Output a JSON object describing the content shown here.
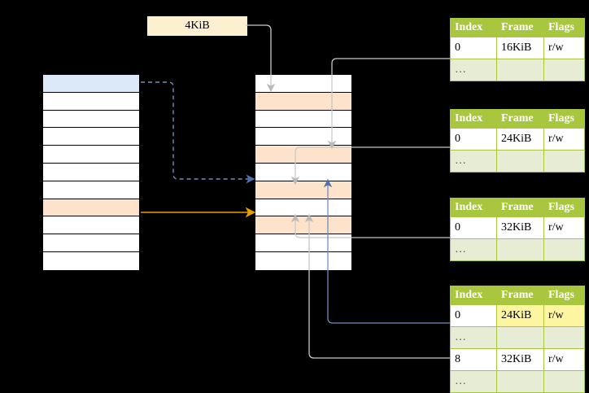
{
  "diagram": {
    "title_label": "4KiB",
    "left_column": {
      "name": "virtual-address-column",
      "rows": [
        {
          "fill": "blue"
        },
        {
          "fill": "none"
        },
        {
          "fill": "none"
        },
        {
          "fill": "none"
        },
        {
          "fill": "none"
        },
        {
          "fill": "none"
        },
        {
          "fill": "none"
        },
        {
          "fill": "peach"
        },
        {
          "fill": "none"
        },
        {
          "fill": "none"
        },
        {
          "fill": "none"
        }
      ]
    },
    "mid_column": {
      "name": "physical-memory-column",
      "rows": [
        {
          "fill": "none"
        },
        {
          "fill": "peach"
        },
        {
          "fill": "none"
        },
        {
          "fill": "none"
        },
        {
          "fill": "peach"
        },
        {
          "fill": "none"
        },
        {
          "fill": "peach"
        },
        {
          "fill": "none"
        },
        {
          "fill": "peach"
        },
        {
          "fill": "none"
        },
        {
          "fill": "none"
        }
      ]
    },
    "colors": {
      "header_green": "#a9c63f",
      "row_alt_green": "#e7edd4",
      "highlight_yellow": "#fdf5a0",
      "peach": "#fde2cc",
      "blue_fill": "#dce9f9",
      "orange_arrow": "#e8a000",
      "blue_arrow": "#4a72b0",
      "gray_arrow": "#b0b0b0",
      "label_box": "#fdf0d0"
    }
  },
  "tables": [
    {
      "id": "ptable-1",
      "headers": [
        "Index",
        "Frame",
        "Flags"
      ],
      "rows": [
        {
          "cells": [
            "0",
            "16KiB",
            "r/w"
          ],
          "alt": false,
          "highlight": []
        },
        {
          "cells": [
            "…",
            "",
            ""
          ],
          "alt": true,
          "highlight": []
        }
      ]
    },
    {
      "id": "ptable-2",
      "headers": [
        "Index",
        "Frame",
        "Flags"
      ],
      "rows": [
        {
          "cells": [
            "0",
            "24KiB",
            "r/w"
          ],
          "alt": false,
          "highlight": []
        },
        {
          "cells": [
            "…",
            "",
            ""
          ],
          "alt": true,
          "highlight": []
        }
      ]
    },
    {
      "id": "ptable-3",
      "headers": [
        "Index",
        "Frame",
        "Flags"
      ],
      "rows": [
        {
          "cells": [
            "0",
            "32KiB",
            "r/w"
          ],
          "alt": false,
          "highlight": []
        },
        {
          "cells": [
            "…",
            "",
            ""
          ],
          "alt": true,
          "highlight": []
        }
      ]
    },
    {
      "id": "ptable-4",
      "headers": [
        "Index",
        "Frame",
        "Flags"
      ],
      "rows": [
        {
          "cells": [
            "0",
            "24KiB",
            "r/w"
          ],
          "alt": false,
          "highlight": [
            1,
            2
          ]
        },
        {
          "cells": [
            "…",
            "",
            ""
          ],
          "alt": true,
          "highlight": []
        },
        {
          "cells": [
            "8",
            "32KiB",
            "r/w"
          ],
          "alt": false,
          "highlight": []
        },
        {
          "cells": [
            "…",
            "",
            ""
          ],
          "alt": true,
          "highlight": []
        }
      ]
    }
  ]
}
